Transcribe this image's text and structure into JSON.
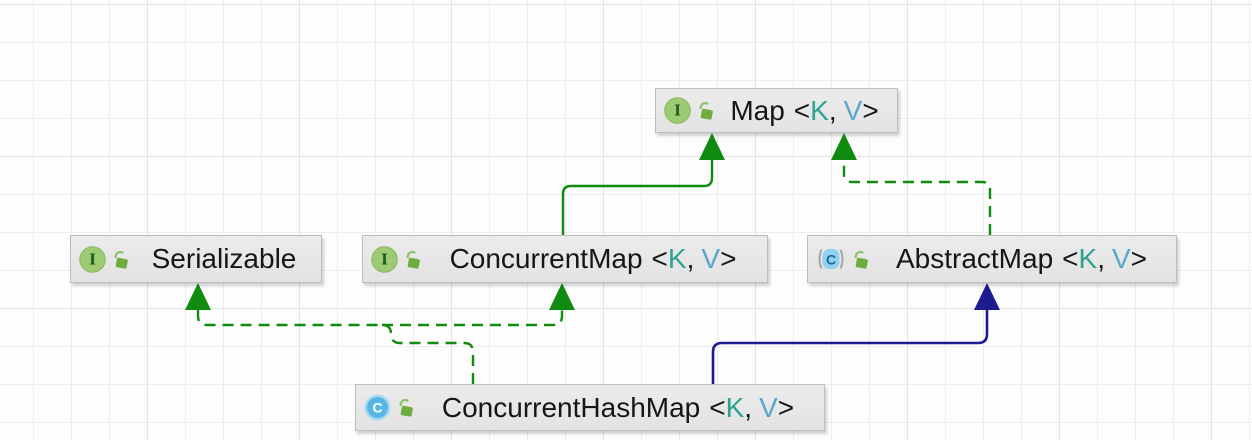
{
  "diagram": {
    "tool": "uml-class-diagram",
    "nodes": {
      "map": {
        "name": "Map",
        "kind": "interface",
        "lt": "<",
        "k": "K",
        "comma": ",",
        "v": "V",
        "gt": ">"
      },
      "serializable": {
        "name": "Serializable",
        "kind": "interface"
      },
      "concurrent_map": {
        "name": "ConcurrentMap",
        "kind": "interface",
        "lt": "<",
        "k": "K",
        "comma": ",",
        "v": "V",
        "gt": ">"
      },
      "abstract_map": {
        "name": "AbstractMap",
        "kind": "abstract-class",
        "lt": "<",
        "k": "K",
        "comma": ",",
        "v": "V",
        "gt": ">"
      },
      "concurrent_hash_map": {
        "name": "ConcurrentHashMap",
        "kind": "class",
        "lt": "<",
        "k": "K",
        "comma": ",",
        "v": "V",
        "gt": ">"
      }
    },
    "edges": [
      {
        "from": "ConcurrentMap",
        "to": "Map",
        "relation": "extends",
        "line": "solid",
        "color": "green"
      },
      {
        "from": "AbstractMap",
        "to": "Map",
        "relation": "implements",
        "line": "dashed",
        "color": "green"
      },
      {
        "from": "ConcurrentHashMap",
        "to": "Serializable",
        "relation": "implements",
        "line": "dashed",
        "color": "green"
      },
      {
        "from": "ConcurrentHashMap",
        "to": "ConcurrentMap",
        "relation": "implements",
        "line": "dashed",
        "color": "green"
      },
      {
        "from": "ConcurrentHashMap",
        "to": "AbstractMap",
        "relation": "extends",
        "line": "solid",
        "color": "blue"
      }
    ],
    "icons": {
      "interface_letter": "I",
      "class_letter": "C"
    },
    "colors": {
      "edge_green": "#0f8b0f",
      "edge_blue": "#1c1c8f",
      "type_param_k": "#2fa392",
      "type_param_v": "#58a7cb",
      "box_fill": "#e8e8e8",
      "box_border": "#bdbdbd",
      "interface_icon_green": "#9ccb74",
      "class_icon_blue": "#58b5e6",
      "lock_green": "#6fad40",
      "grid_line": "#ededed"
    }
  }
}
